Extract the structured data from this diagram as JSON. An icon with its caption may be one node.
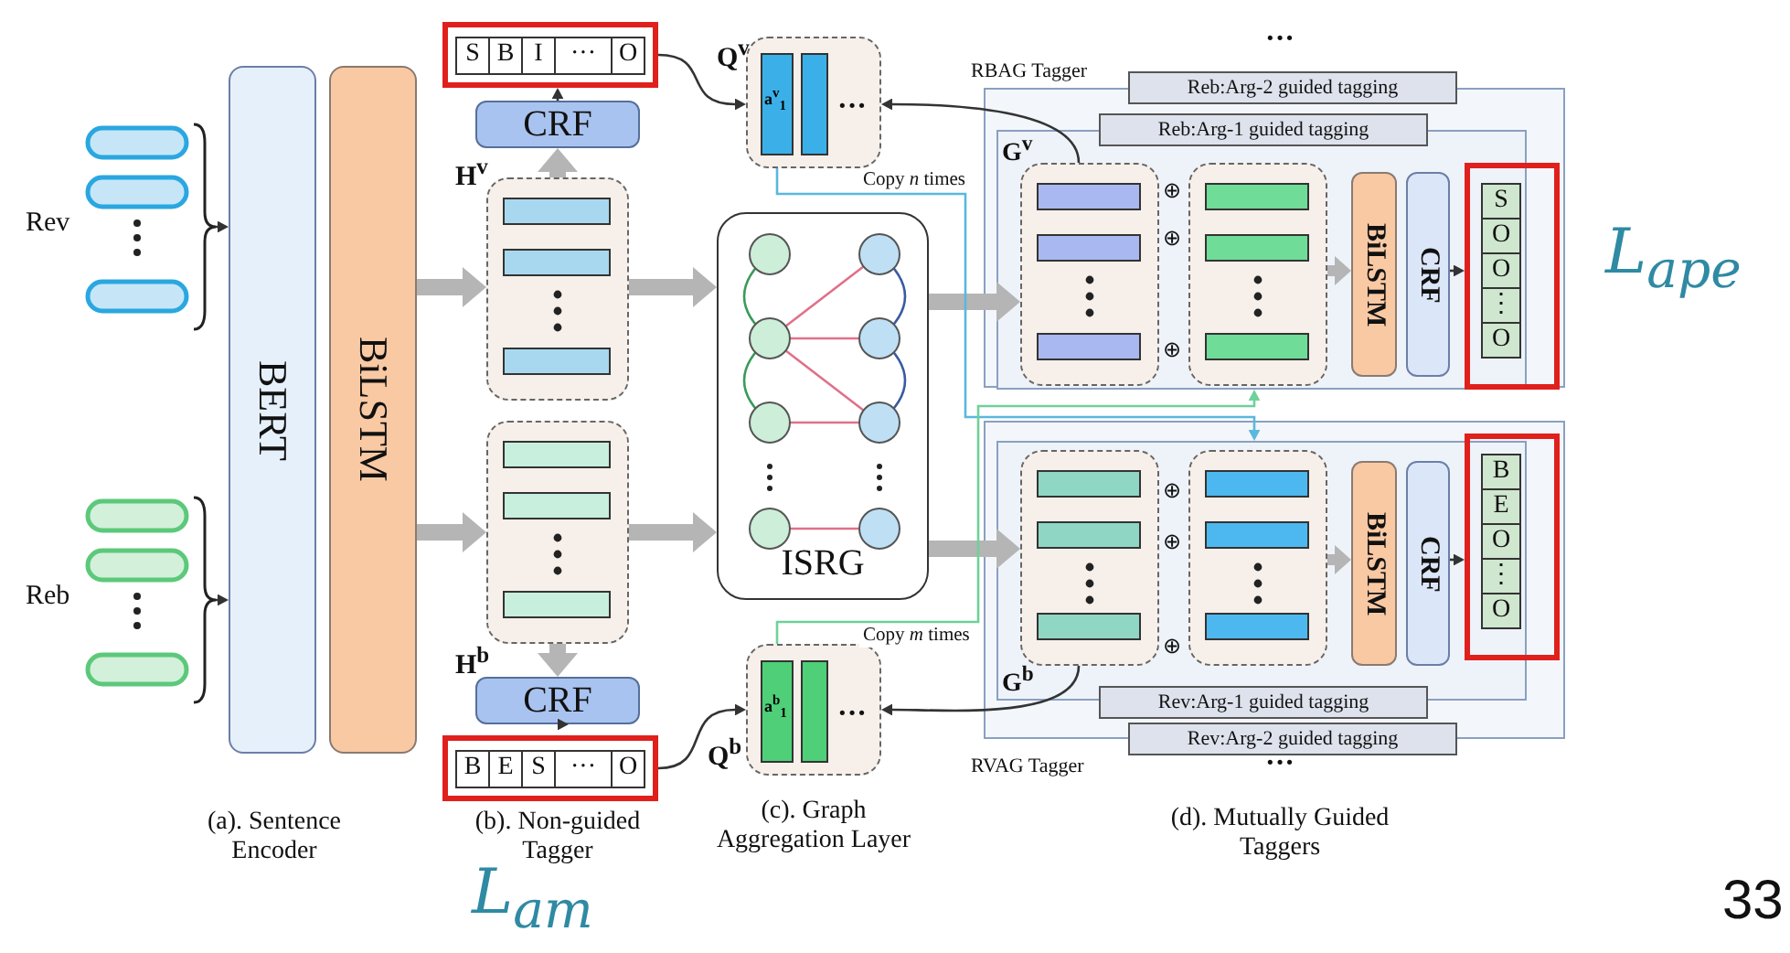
{
  "diagram": {
    "nodes": [
      {
        "text": [
          "Rev"
        ]
      },
      {
        "text": [
          "Reb"
        ]
      },
      {
        "text": [
          "BERT"
        ]
      },
      {
        "text": [
          "BiLSTM"
        ]
      },
      {
        "text": [],
        "shape": "box",
        "beside": [
          "H$^{v}$"
        ]
      },
      {
        "text": [],
        "shape": "box",
        "beside": [
          "H$^{b}$"
        ]
      },
      {
        "text": [
          "CRF"
        ]
      },
      {
        "text": [
          "CRF"
        ]
      },
      {
        "text": [
          "S",
          "B",
          "I",
          "···",
          "O"
        ]
      },
      {
        "text": [
          "B",
          "E",
          "S",
          "···",
          "O"
        ]
      },
      {
        "text": [
          "a$^{v}$$_{1}$",
          "···"
        ],
        "beside": [
          "Q$^{v}$"
        ]
      },
      {
        "text": [
          "ISRG"
        ]
      },
      {
        "text": [
          "a$^{b}$$_{1}$",
          "···"
        ],
        "beside": [
          "Q$^{b}$"
        ]
      },
      {
        "text": [
          "RBAG Tagger"
        ]
      },
      {
        "text": [
          "Reb:Arg-2 guided tagging"
        ]
      },
      {
        "text": [
          "Reb:Arg-1 guided tagging"
        ],
        "in": 13
      },
      {
        "text": [
          "G$^{v}$"
        ],
        "in": 13
      },
      {
        "text": [],
        "shape": "box",
        "in": 16
      },
      {
        "text": [],
        "shape": "box",
        "in": 16
      },
      {
        "text": [
          "BiLSTM"
        ],
        "in": 16
      },
      {
        "text": [
          "CRF"
        ],
        "in": 16
      },
      {
        "text": [
          "S",
          "O",
          "O",
          "⋮",
          "O"
        ],
        "in": 13
      },
      {
        "text": [
          "RVAG Tagger"
        ]
      },
      {
        "text": [
          "G$^{b}$"
        ],
        "in": 22
      },
      {
        "text": [],
        "shape": "box",
        "in": 23
      },
      {
        "text": [],
        "shape": "box",
        "in": 23
      },
      {
        "text": [
          "BiLSTM"
        ],
        "in": 23
      },
      {
        "text": [
          "CRF"
        ],
        "in": 23
      },
      {
        "text": [
          "B",
          "E",
          "O",
          "⋮",
          "O"
        ],
        "in": 22
      },
      {
        "text": [
          "Rev:Arg-1 guided tagging"
        ],
        "in": 22
      },
      {
        "text": [
          "Rev:Arg-2 guided tagging"
        ]
      }
    ],
    "edges": [
      {
        "from": 0,
        "to": 2,
        "arrow": "to"
      },
      {
        "from": 1,
        "to": 2,
        "arrow": "to"
      },
      {
        "from": 3,
        "to": 4,
        "arrow": "to",
        "style": "thick",
        "color": "#b5b5b5"
      },
      {
        "from": 3,
        "to": 5,
        "arrow": "to",
        "style": "thick",
        "color": "#b5b5b5"
      },
      {
        "from": 4,
        "to": 6,
        "arrow": "to",
        "style": "thick",
        "color": "#b5b5b5"
      },
      {
        "from": 5,
        "to": 7,
        "arrow": "to",
        "style": "thick",
        "color": "#b5b5b5"
      },
      {
        "from": 6,
        "to": 8,
        "arrow": "to"
      },
      {
        "from": 7,
        "to": 9,
        "arrow": "to"
      },
      {
        "from": 4,
        "to": 11,
        "arrow": "to",
        "style": "thick",
        "color": "#b5b5b5"
      },
      {
        "from": 5,
        "to": 11,
        "arrow": "to",
        "style": "thick",
        "color": "#b5b5b5"
      },
      {
        "from": 11,
        "to": 17,
        "arrow": "to",
        "style": "thick",
        "color": "#b5b5b5"
      },
      {
        "from": 11,
        "to": 24,
        "arrow": "to",
        "style": "thick",
        "color": "#b5b5b5"
      },
      {
        "from": 8,
        "to": 10,
        "arrow": "to"
      },
      {
        "from": 9,
        "to": 12,
        "arrow": "to"
      },
      {
        "from": 17,
        "to": 10,
        "arrow": "to"
      },
      {
        "from": 24,
        "to": 12,
        "arrow": "to"
      },
      {
        "from": 10,
        "to": 23,
        "arrow": "to",
        "label": "Copy *n* times",
        "color": "#5ab8dc"
      },
      {
        "from": 12,
        "to": 16,
        "arrow": "to",
        "label": "Copy *m* times",
        "color": "#6fd19a"
      },
      {
        "from": 18,
        "to": 19,
        "arrow": "to",
        "style": "thick",
        "color": "#b5b5b5"
      },
      {
        "from": 20,
        "to": 21,
        "arrow": "to"
      },
      {
        "from": 25,
        "to": 26,
        "arrow": "to",
        "style": "thick",
        "color": "#b5b5b5"
      },
      {
        "from": 27,
        "to": 28,
        "arrow": "to"
      }
    ],
    "labels": [
      "···",
      "L$_{ape}$",
      "⊕",
      "⊕",
      "⊕",
      "⊕",
      "⊕",
      "⊕",
      "···",
      "(a). Sentence Encoder",
      "(b). Non-guided Tagger",
      "(c). Graph Aggregation Layer",
      "(d). Mutually Guided Taggers",
      "L$_{am}$",
      "33"
    ]
  }
}
